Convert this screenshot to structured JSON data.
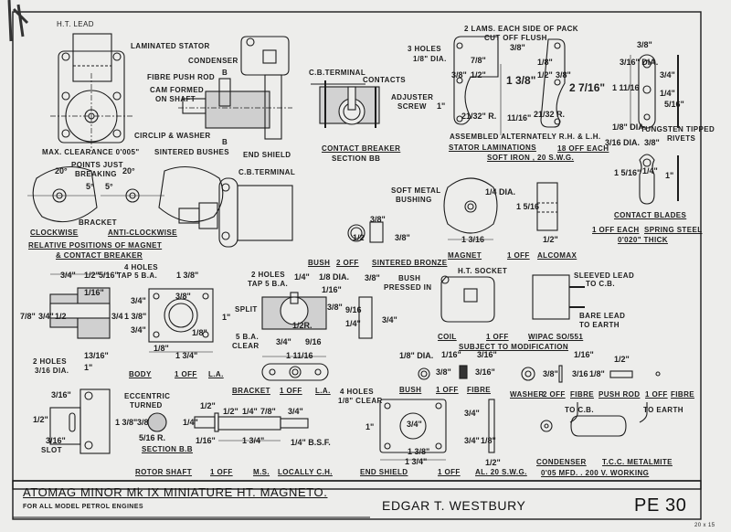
{
  "title_block": {
    "main_title": "ATOMAG MINOR  Mk IX MINIATURE HT. MAGNETO.",
    "subtitle": "FOR ALL MODEL PETROL ENGINES",
    "designer": "EDGAR  T. WESTBURY",
    "drawing_number": "PE 30",
    "sheet_size": "20 x 15"
  },
  "assembly": {
    "ht_lead": "H.T. LEAD",
    "laminated_stator": "LAMINATED STATOR",
    "max_clearance": "MAX. CLEARANCE 0'005\"",
    "condenser": "CONDENSER",
    "fibre_push_rod": "FIBRE PUSH ROD",
    "cam_formed": "CAM FORMED",
    "on_shaft": "ON SHAFT",
    "circlip": "CIRCLIP & WASHER",
    "sintered_bushes": "SINTERED  BUSHES",
    "end_shield": "END SHIELD",
    "section_mark": "B",
    "cb_terminal": "C.B.TERMINAL"
  },
  "contact_breaker": {
    "cb_terminal": "C.B.TERMINAL",
    "contacts": "CONTACTS",
    "adjuster": "ADJUSTER",
    "screw": "SCREW",
    "caption": "CONTACT  BREAKER",
    "section": "SECTION  BB"
  },
  "stator": {
    "lams_note": "2 LAMS. EACH SIDE OF PACK",
    "cut_off": "CUT OFF FLUSH",
    "holes": "3 HOLES",
    "holes_dia": "1/8\" DIA.",
    "assembled": "ASSEMBLED ALTERNATELY R.H. & L.H.",
    "caption": "STATOR  LAMINATIONS",
    "qty": "18  OFF EACH",
    "material": "SOFT IRON , 20 S.W.G.",
    "dims": [
      "7/8\"",
      "3/8\"",
      "1/2\"",
      "1\"",
      "21/32\" R.",
      "3/8\"",
      "1 3/8\"",
      "11/16\"",
      "1/8\"",
      "1/2\"",
      "3/8\"",
      "2 7/16\"",
      "21/32 R."
    ]
  },
  "contact_blades": {
    "dim_top": "3/8\"",
    "dia1": "3/16\" DIA.",
    "dims": [
      "3/4\"",
      "1 11/16",
      "1/4\"",
      "5/16\"",
      "1/8\" DIA.",
      "3/16 DIA.",
      "3/8\"",
      "1 5/16\"",
      "1/4\"",
      "1\""
    ],
    "tungsten": "TUNGSTEN  TIPPED",
    "rivets": "RIVETS",
    "caption": "CONTACT  BLADES",
    "qty": "1 OFF EACH",
    "material": "SPRING STEEL",
    "thickness": "0'020\" THICK"
  },
  "relative_positions": {
    "points": "POINTS JUST",
    "breaking": "BREAKING",
    "angle": "20°",
    "gap": "5°",
    "bracket": "BRACKET",
    "clockwise": "CLOCKWISE",
    "anticlockwise": "ANTI-CLOCKWISE",
    "caption1": "RELATIVE POSITIONS OF MAGNET",
    "caption2": "& CONTACT BREAKER"
  },
  "bush_sintered": {
    "dims": [
      "3/8\"",
      "1/2",
      "3/8\""
    ],
    "caption": "BUSH",
    "qty": "2  OFF",
    "material": "SINTERED  BRONZE"
  },
  "magnet": {
    "bushing1": "SOFT  METAL",
    "bushing2": "BUSHING",
    "dia": "1/4 DIA.",
    "height": "1 5/16",
    "width": "1 3/16",
    "thick": "1/2\"",
    "caption": "MAGNET",
    "qty": "1 OFF",
    "material": "ALCOMAX"
  },
  "body": {
    "holes1": "4  HOLES",
    "holes2": "TAP 5 B.A.",
    "dims": [
      "3/4\"",
      "1/2\"",
      "5/16\"",
      "1 3/8\"",
      "1/16\"",
      "7/8\"",
      "3/4\"",
      "1/2",
      "3/4\"",
      "3/4",
      "1 3/8\"",
      "3/4\"",
      "3/8\"",
      "1\"",
      "1/8\"",
      "1/8\"",
      "13/16\"",
      "1\"",
      "1 3/4\""
    ],
    "caption": "BODY",
    "qty": "1 OFF",
    "material": "L.A."
  },
  "bracket": {
    "holes1": "2  HOLES",
    "holes2": "TAP 5 B.A.",
    "split": "SPLIT",
    "clear1": "5 B.A.",
    "clear2": "CLEAR",
    "dims": [
      "1/4\"",
      "1/8 DIA.",
      "1/16\"",
      "3/8\"",
      "9/16",
      "1/4\"",
      "1/2R.",
      "3/4\"",
      "9/16",
      "1 11/16",
      "3/8\"",
      "3/4\""
    ],
    "bush_pressed1": "BUSH",
    "bush_pressed2": "PRESSED IN",
    "caption": "BRACKET",
    "qty": "1 OFF",
    "material": "L.A."
  },
  "coil": {
    "socket": "H.T. SOCKET",
    "sleeved1": "SLEEVED LEAD",
    "sleeved2": "TO C.B.",
    "bare1": "BARE LEAD",
    "bare2": "TO EARTH",
    "caption": "COIL",
    "qty": "1 OFF",
    "material": "WIPAC  SO/551",
    "note": "SUBJECT TO MODIFICATION"
  },
  "rotor_part": {
    "holes1": "2 HOLES",
    "holes2": "3/16 DIA.",
    "dims": [
      "3/16\"",
      "1/2\"",
      "3/16\"",
      "1 3/8\""
    ],
    "slot": "SLOT",
    "eccentric1": "ECCENTRIC",
    "eccentric2": "TURNED",
    "sec_dims": [
      "3/8",
      "5/16 R."
    ],
    "section": "SECTION  B.B"
  },
  "rotor_shaft": {
    "dims": [
      "1/2\"",
      "1/2\"",
      "1/4\"",
      "7/8\"",
      "3/4\"",
      "1/4\"",
      "1/16\"",
      "1 3/4\"",
      "1/4\" B.S.F."
    ],
    "caption": "ROTOR SHAFT",
    "qty": "1 OFF",
    "material": "M.S.",
    "treatment": "LOCALLY C.H."
  },
  "bush_fibre": {
    "dia": "1/8\" DIA.",
    "dims": [
      "1/16\"",
      "3/16\"",
      "3/8\"",
      "3/16\""
    ],
    "caption": "BUSH",
    "qty": "1 OFF",
    "material": "FIBRE"
  },
  "end_shield": {
    "holes1": "4  HOLES",
    "holes2": "1/8\" CLEAR",
    "dims": [
      "3/4\"",
      "3/4\"",
      "1\"",
      "3/4\"",
      "1 3/8\"",
      "1 3/4\"",
      "1/8\"",
      "1/2\""
    ],
    "caption": "END SHIELD",
    "qty": "1 OFF",
    "material": "AL. 20 S.W.G."
  },
  "washer": {
    "dims": [
      "1/16\"",
      "3/8\"",
      "3/16"
    ],
    "caption": "WASHER",
    "qty": "2 OFF",
    "material": "FIBRE"
  },
  "push_rod": {
    "dims": [
      "1/2\"",
      "1/8\""
    ],
    "caption": "PUSH ROD",
    "qty": "1 OFF",
    "material": "FIBRE"
  },
  "condenser": {
    "to_cb": "TO C.B.",
    "to_earth": "TO EARTH",
    "caption": "CONDENSER",
    "maker": "T.C.C. METALMITE",
    "rating": "0'05 MFD. .  200 V. WORKING"
  }
}
